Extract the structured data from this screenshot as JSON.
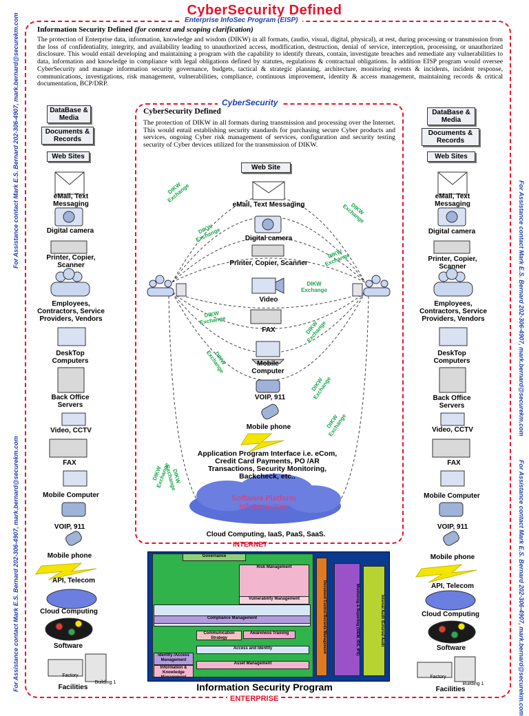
{
  "title": "CyberSecurity Defined",
  "eisp_label": "Enterprise InfoSec Program (EISP)",
  "info": {
    "heading": "Information Security Defined",
    "subheading": "(for context and scoping clarification)",
    "body": "The protection of Enterprise data, information, knowledge and wisdom (DIKW) in all formats, (audio, visual, digital, physical), at rest, during processing or transmission from the loss of confidentiality, integrity, and availability leading to unauthorized access, modification, destruction, denial of service, interception, processing, or unauthorized disclosure. This would entail developing and maintaining a program with the capability to identify threats, contain, investigate breaches and remediate any vulnerabilities to data, information and knowledge in compliance with legal obligations defined by statutes, regulations & contractual obligations. In addition EISP program would oversee CyberSecurity and manage information security governance, budgets, tactical & strategic planning, architecture, monitoring events & incidents, incident response, communications, investigations, risk management, vulnerabilities, compliance, continuous improvement, identity & access management, maintaining records & critical documentation, BCP/DRP."
  },
  "cyber": {
    "label": "CyberSecurity",
    "heading": "CyberSecurity Defined",
    "body": "The protection of DIKW in all formats during transmission and processing over the Internet. This would entail establishing security standards for purchasing secure Cyber products and services, ongoing Cyber risk management of services, configuration and security testing security of Cyber devices utilized for the transmission of DIKW."
  },
  "side_left": [
    "DataBase & Media",
    "Documents & Records",
    "Web Sites",
    "eMail, Text Messaging",
    "Digital camera",
    "Printer, Copier, Scanner",
    "Employees, Contractors, Service Providers, Vendors",
    "DeskTop Computers",
    "Back Office Servers",
    "Video, CCTV",
    "FAX",
    "Mobile Computer",
    "VOIP, 911",
    "Mobile phone",
    "API, Telecom",
    "Cloud Computing",
    "Software",
    "Facilities"
  ],
  "side_right": [
    "DataBase & Media",
    "Documents & Records",
    "Web Sites",
    "eMail, Text Messaging",
    "Digital camera",
    "Printer, Copier, Scanner",
    "Employees, Contractors, Service Providers, Vendors",
    "DeskTop Computers",
    "Back Office Servers",
    "Video, CCTV",
    "FAX",
    "Mobile Computer",
    "VOIP, 911",
    "Mobile phone",
    "API, Telecom",
    "Cloud Computing",
    "Software",
    "Facilities"
  ],
  "center_items": [
    "Web Site",
    "eMail, Text Messaging",
    "Digital camera",
    "Printer, Copier, Scanner",
    "Video",
    "FAX",
    "Mobile Computer",
    "VOIP, 911",
    "Mobile phone"
  ],
  "dikw": "DIKW Exchange",
  "api_text": "Application Program Interface i.e. eCom, Credit Card Payments, PO /AR Transactions, Security Monitoring, Backcheck, etc..",
  "cloud_text": "Software Platform Infrastructure",
  "cloud_caption": "Cloud Computing, IaaS, PaaS, SaaS.",
  "internet": "INTERNET",
  "enterprise": "ENTERPRISE",
  "program_title": "Information Security Program",
  "program": {
    "governance": "Governance",
    "risk": "Risk Management",
    "vulnerability": "Vulnerability Management",
    "compliance": "Compliance Management",
    "communication": "Communication Strategy",
    "awareness": "Awareness Training",
    "access": "Access and Identity",
    "identity": "Identity /Access Management",
    "info_knowledge": "Information & Knowledge Management",
    "asset": "Asset Management",
    "document_control": "Document Control Records Management",
    "monitoring": "Monitoring & Reporting (SIEM, IDS, IPS)",
    "audit": "Internal Audit /External Audit"
  },
  "factory": "Factory",
  "building": "Building 1",
  "contact_left_top": "For Assistance contact Mark E.S. Bernard 202-306-4907, mark.bernard@securekm.com",
  "contact_left_bottom": "For Assistance contact Mark E.S. Bernard 202-306-4907, mark.bernard@securekm.com",
  "contact_right_top": "For Assistance contact Mark E.S. Bernard 202-306-4907, mark.bernard@securekm.com",
  "contact_right_bottom": "For Assistance contact Mark E.S. Bernard 202-306-4907, mark.bernard@securekm.com",
  "colors": {
    "red": "#e8102a",
    "blue": "#1f3fb0",
    "green": "#17a84a"
  }
}
